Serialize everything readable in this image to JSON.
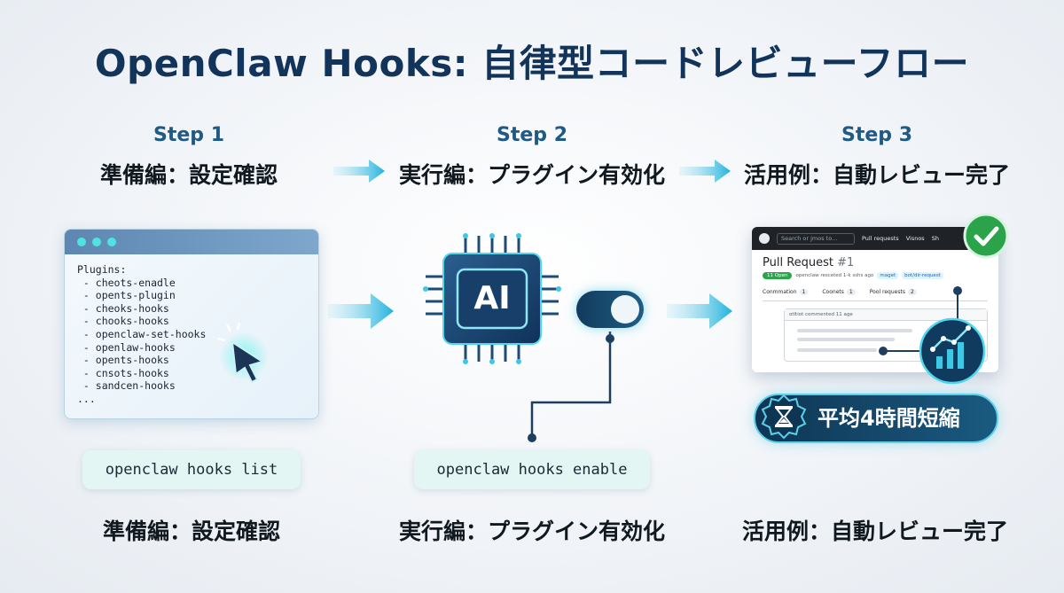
{
  "title": "OpenClaw Hooks: 自律型コードレビューフロー",
  "steps": [
    {
      "num": "Step 1",
      "sub": "準備編：設定確認",
      "bottom": "準備編：設定確認",
      "command": "openclaw hooks list"
    },
    {
      "num": "Step 2",
      "sub": "実行編：プラグイン有効化",
      "bottom": "実行編：プラグイン有効化",
      "command": "openclaw hooks enable"
    },
    {
      "num": "Step 3",
      "sub": "活用例：自動レビュー完了",
      "bottom": "活用例：自動レビュー完了"
    }
  ],
  "terminal": {
    "text": "Plugins:\n - cheots-enadle\n - opents-plugin\n - cheoks-hooks\n - chooks-hooks\n - openclaw-set-hooks\n - openlaw-hooks\n - opents-hooks\n - cnsots-hooks\n - sandcen-hooks\n..."
  },
  "chip_label": "AI",
  "github": {
    "search_placeholder": "Search or jmos to...",
    "nav": [
      "Pull requests",
      "Visnos",
      "Sh"
    ],
    "pr_title": "Pull Request",
    "pr_number": "#1",
    "status": "11 Open",
    "meta": "openclaw resceted 1-k sshs ago",
    "branch_a": "maget",
    "branch_b": "bot/dir-request",
    "tabs": [
      {
        "label": "Conmmation",
        "count": "1"
      },
      {
        "label": "Coonets",
        "count": "1"
      },
      {
        "label": "Pool requests",
        "count": "2"
      }
    ],
    "comment_header": "otltiot commented 11 age"
  },
  "badge": "平均4時間短縮",
  "colors": {
    "accent": "#3ec8e6",
    "title": "#12345a",
    "step": "#1f5a86",
    "success": "#2aa34a"
  }
}
